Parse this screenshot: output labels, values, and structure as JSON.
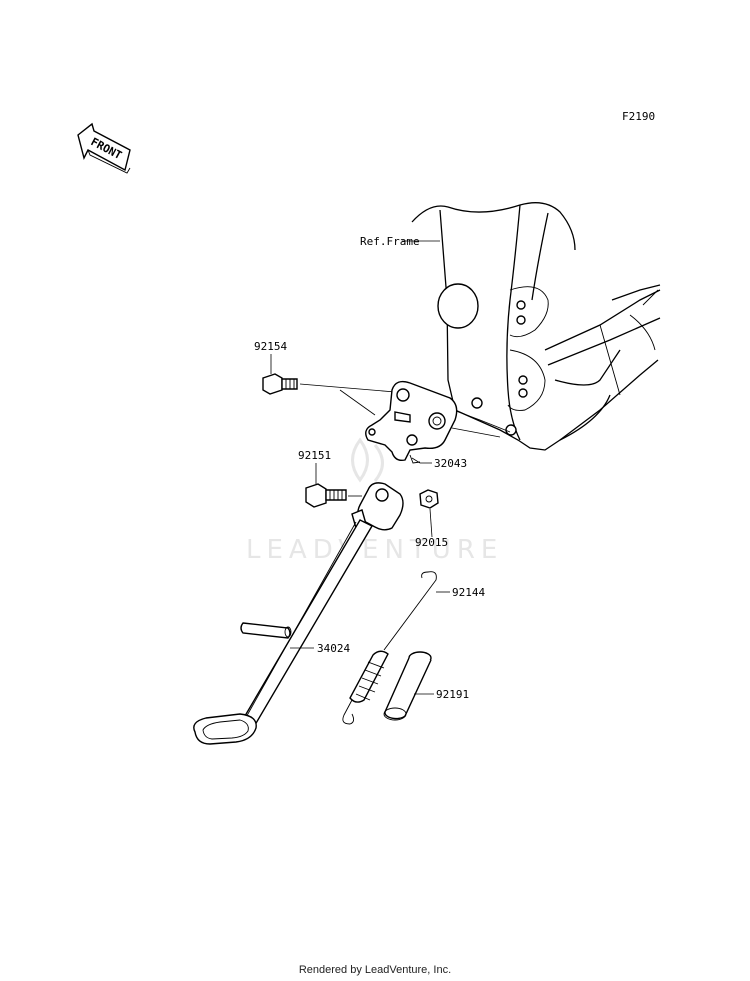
{
  "figure_code": "F2190",
  "front_arrow_label": "FRONT",
  "ref_frame_label": "Ref.Frame",
  "watermark": "LEADVENTURE",
  "footer": "Rendered by LeadVenture, Inc.",
  "parts": {
    "p92154": "92154",
    "p92151": "92151",
    "p32043": "32043",
    "p92015": "92015",
    "p92144": "92144",
    "p34024": "34024",
    "p92191": "92191"
  }
}
